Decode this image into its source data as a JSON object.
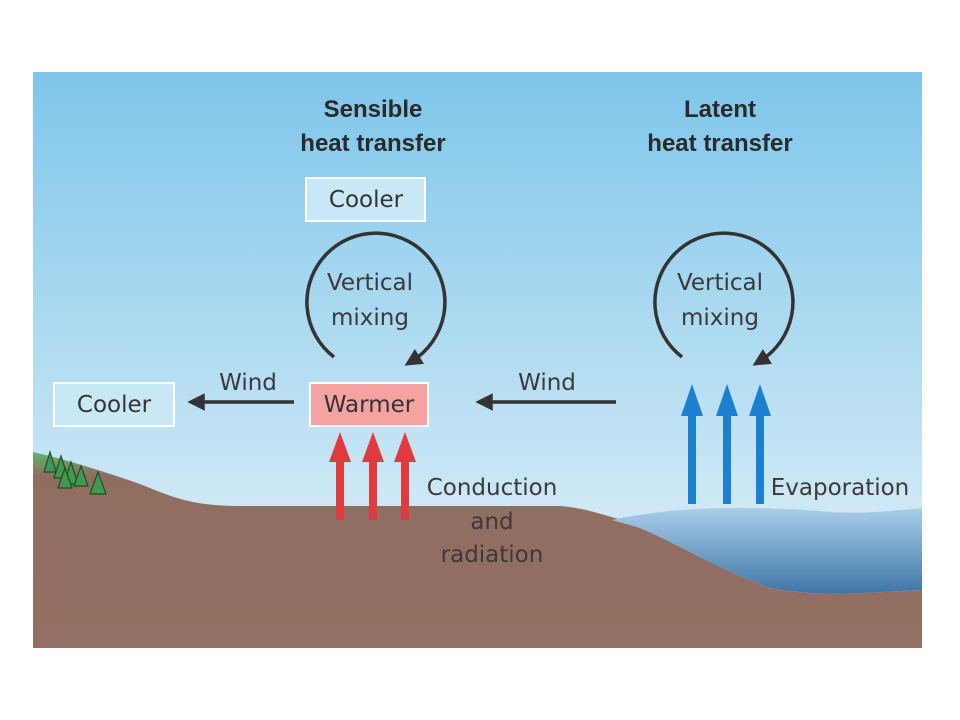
{
  "sensible": {
    "heading_line1": "Sensible",
    "heading_line2": "heat transfer",
    "top_box": "Cooler",
    "mixing_line1": "Vertical",
    "mixing_line2": "mixing",
    "center_box": "Warmer",
    "left_wind": "Wind",
    "left_box": "Cooler",
    "process_line1": "Conduction",
    "process_line2": "and",
    "process_line3": "radiation"
  },
  "latent": {
    "heading_line1": "Latent",
    "heading_line2": "heat transfer",
    "mixing_line1": "Vertical",
    "mixing_line2": "mixing",
    "wind": "Wind",
    "process": "Evaporation"
  },
  "colors": {
    "sky_top": "#7ec6ea",
    "sky_bottom": "#e8f3f9",
    "grass": "#5fb56a",
    "soil": "#8f6e60",
    "water": "#3f76a6",
    "cool_box": "#c8e8f6",
    "warm_box": "#f4a3a0",
    "red_arrow": "#e0393e",
    "blue_arrow": "#1d7fcf",
    "dark_arrow": "#333333"
  },
  "icons": {
    "trees": "pine-trees-icon",
    "sensible_loop": "circular-arrow-icon",
    "latent_loop": "circular-arrow-icon"
  }
}
